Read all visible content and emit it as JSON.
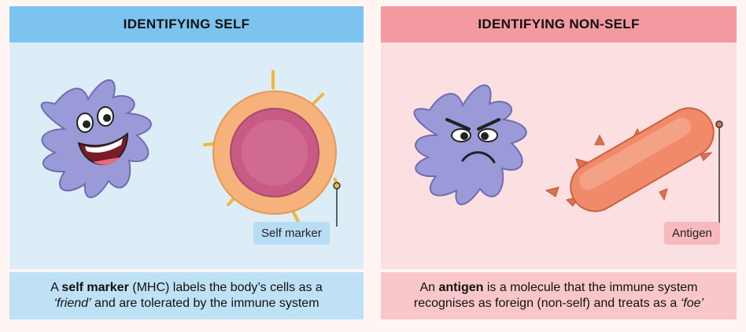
{
  "self_panel": {
    "title": "IDENTIFYING SELF",
    "label": "Self marker",
    "caption_line1_pre": "A ",
    "caption_line1_bold": "self marker",
    "caption_line1_post": " (MHC) labels the body’s cells as a",
    "caption_line2_italic": "‘friend’",
    "caption_line2_post": " and are tolerated by the immune system"
  },
  "nonself_panel": {
    "title": "IDENTIFYING NON-SELF",
    "label": "Antigen",
    "caption_line1_pre": "An ",
    "caption_line1_bold": "antigen",
    "caption_line1_post": " is a molecule that the immune system",
    "caption_line2_pre": "recognises as foreign (non-self) and treats as a ",
    "caption_line2_italic": "‘foe’"
  },
  "colors": {
    "self_header": "#7cc4ef",
    "self_body": "#dcedf8",
    "nonself_header": "#f29a9f",
    "nonself_body": "#fcdfe0",
    "immune_cell": "#9b9ad8",
    "body_cell_outer": "#f6b27a",
    "body_cell_inner": "#c85a86",
    "bacterium": "#f08a6a"
  },
  "icons": [
    "happy-immune-cell-icon",
    "body-cell-icon",
    "angry-immune-cell-icon",
    "bacterium-icon"
  ]
}
